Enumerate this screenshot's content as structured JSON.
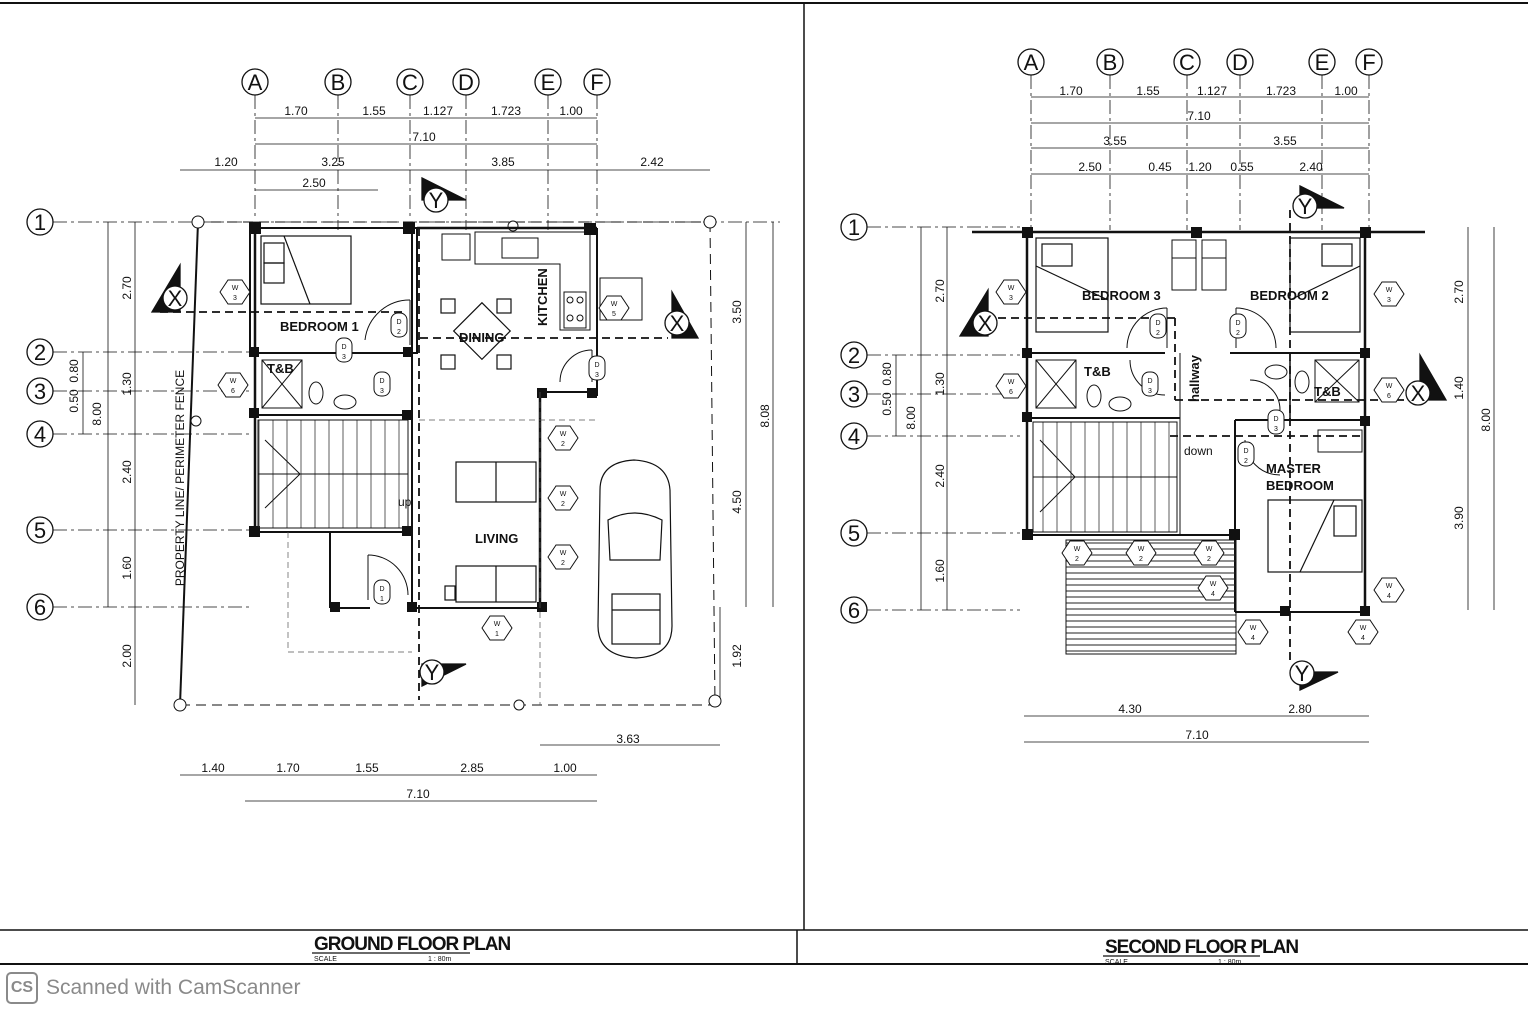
{
  "grids": {
    "columns": [
      "A",
      "B",
      "C",
      "D",
      "E",
      "F"
    ],
    "rows": [
      "1",
      "2",
      "3",
      "4",
      "5",
      "6"
    ]
  },
  "ground": {
    "title": "GROUND FLOOR PLAN",
    "scale_label": "SCALE",
    "scale_value": "1 : 80m",
    "fence_label": "PROPERTY LINE/ PERIMETER FENCE",
    "rooms": {
      "bedroom1": "BEDROOM 1",
      "tb": "T&B",
      "dining": "DINING",
      "kitchen": "KITCHEN",
      "living": "LIVING",
      "up": "up"
    },
    "dims": {
      "top1": [
        "1.70",
        "1.55",
        "1.127",
        "1.723",
        "1.00"
      ],
      "top2": "7.10",
      "top3": [
        "1.20",
        "3.25",
        "3.85",
        "2.42"
      ],
      "top4": "2.50",
      "left1": [
        "2.70",
        "1.30",
        "2.40",
        "1.60",
        "2.00"
      ],
      "left2": [
        "0.80",
        "0.50"
      ],
      "left3": "8.00",
      "right1": [
        "3.50",
        "4.50",
        "1.92"
      ],
      "right2": "8.08",
      "bottom1": "3.63",
      "bottom2": [
        "1.40",
        "1.70",
        "1.55",
        "2.85",
        "1.00"
      ],
      "bottom3": "7.10"
    },
    "tags": {
      "w3": [
        "W",
        "3"
      ],
      "w5": [
        "W",
        "5"
      ],
      "w6": [
        "W",
        "6"
      ],
      "w2a": [
        "W",
        "2"
      ],
      "w2b": [
        "W",
        "2"
      ],
      "w2c": [
        "W",
        "2"
      ],
      "w1": [
        "W",
        "1"
      ],
      "d2": [
        "D",
        "2"
      ],
      "d3a": [
        "D",
        "3"
      ],
      "d3b": [
        "D",
        "3"
      ],
      "d3c": [
        "D",
        "3"
      ],
      "d1": [
        "D",
        "1"
      ]
    },
    "sections": [
      "X",
      "X",
      "Y",
      "Y"
    ]
  },
  "second": {
    "title": "SECOND FLOOR PLAN",
    "scale_label": "SCALE",
    "scale_value": "1 : 80m",
    "rooms": {
      "bedroom3": "BEDROOM 3",
      "bedroom2": "BEDROOM 2",
      "tb1": "T&B",
      "tb2": "T&B",
      "hallway": "hallway",
      "down": "down",
      "master1": "MASTER",
      "master2": "BEDROOM"
    },
    "dims": {
      "top1": [
        "1.70",
        "1.55",
        "1.127",
        "1.723",
        "1.00"
      ],
      "top2": "7.10",
      "top3": [
        "3.55",
        "3.55"
      ],
      "top4": [
        "2.50",
        "0.45",
        "1.20",
        "0.55",
        "2.40"
      ],
      "left1": [
        "2.70",
        "1.30",
        "2.40",
        "1.60"
      ],
      "left2": [
        "0.80",
        "0.50"
      ],
      "left3": "8.00",
      "right1": [
        "2.70",
        "1.40",
        "3.90"
      ],
      "right2": "8.00",
      "bottom1": [
        "4.30",
        "2.80"
      ],
      "bottom2": "7.10"
    },
    "tags": {
      "w3a": [
        "W",
        "3"
      ],
      "w3b": [
        "W",
        "3"
      ],
      "w6a": [
        "W",
        "6"
      ],
      "w6b": [
        "W",
        "6"
      ],
      "w2a": [
        "W",
        "2"
      ],
      "w2b": [
        "W",
        "2"
      ],
      "w2c": [
        "W",
        "2"
      ],
      "w4a": [
        "W",
        "4"
      ],
      "w4b": [
        "W",
        "4"
      ],
      "w4c": [
        "W",
        "4"
      ],
      "w4d": [
        "W",
        "4"
      ],
      "d2a": [
        "D",
        "2"
      ],
      "d2b": [
        "D",
        "2"
      ],
      "d2c": [
        "D",
        "2"
      ],
      "d3a": [
        "D",
        "3"
      ],
      "d3b": [
        "D",
        "3"
      ]
    },
    "sections": [
      "X",
      "X",
      "Y",
      "Y"
    ]
  },
  "footer": {
    "logo": "CS",
    "text": "Scanned with CamScanner"
  }
}
